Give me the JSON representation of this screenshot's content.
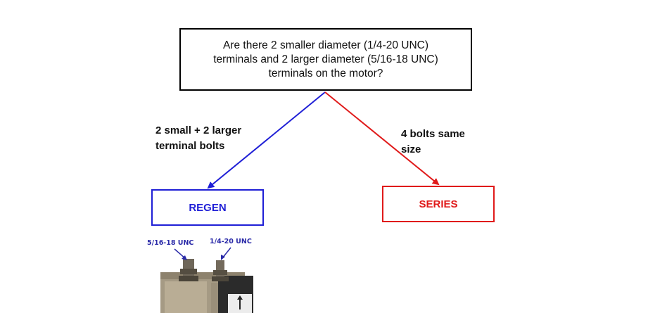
{
  "question": {
    "lines": [
      "Are there 2 smaller diameter (1/4-20 UNC)",
      "terminals and 2 larger diameter (5/16-18 UNC)",
      "terminals on the motor?"
    ]
  },
  "branches": {
    "left": {
      "label_lines": [
        "2 small + 2 larger",
        "terminal bolts"
      ],
      "color": "#1f1fd6"
    },
    "right": {
      "label_lines": [
        "4 bolts same",
        "size"
      ],
      "color": "#e01a1a"
    }
  },
  "results": {
    "regen": {
      "label": "REGEN",
      "color": "#1f1fd6"
    },
    "series": {
      "label": "SERIES",
      "color": "#e01a1a"
    }
  },
  "photo": {
    "label_large": "5/16-18 UNC",
    "label_small": "1/4-20 UNC",
    "label_color": "#2a2aa8"
  }
}
